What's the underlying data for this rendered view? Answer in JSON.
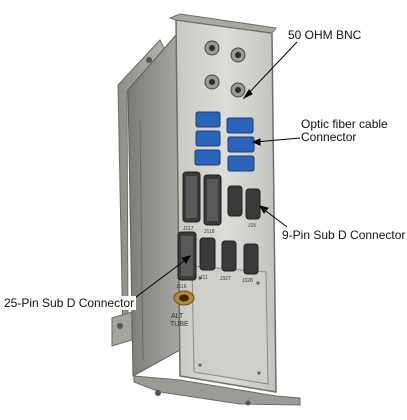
{
  "photo": {
    "subject": "stainless-steel-connector-panel-box",
    "colors": {
      "steel_light": "#d7d7d2",
      "steel_mid": "#b9b9b3",
      "steel_dark": "#7f7f7a",
      "bracket": "#9a9a94",
      "optic_blue": "#2a63b8",
      "connector_black": "#2b2b2b",
      "brass": "#b38a35"
    }
  },
  "labels": {
    "bnc": "50 OHM BNC",
    "optic_line1": "Optic fiber cable",
    "optic_line2": "Connector",
    "nine_pin": "9-Pin Sub D Connector",
    "twentyfive_pin": "25-Pin Sub D Connector"
  },
  "panel_text": {
    "alt_tube_line1": "ALT",
    "alt_tube_line2": "TUBE",
    "connector_ids": [
      "J117",
      "J118",
      "J15",
      "J116",
      "J11",
      "J327",
      "J328"
    ]
  }
}
